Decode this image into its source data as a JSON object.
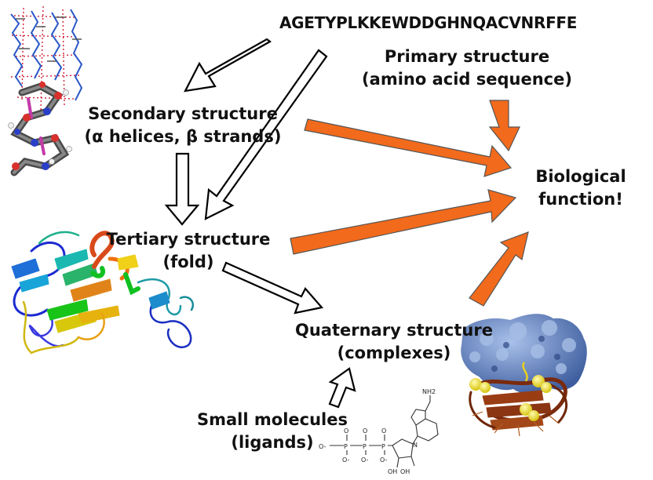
{
  "sequence": "AGETYPLKKEWDDGHNQACVNRFFE",
  "primary": {
    "line1": "Primary structure",
    "line2": "(amino acid sequence)"
  },
  "secondary": {
    "line1": "Secondary structure",
    "line2": "(α helices, β strands)"
  },
  "tertiary": {
    "line1": "Tertiary structure",
    "line2": "(fold)"
  },
  "quaternary": {
    "line1": "Quaternary structure",
    "line2": "(complexes)"
  },
  "small": {
    "line1": "Small molecules",
    "line2": "(ligands)"
  },
  "function": {
    "line1": "Biological",
    "line2": "function!"
  },
  "molecule_labels": {
    "nh2": "NH2",
    "o_minus": "O-",
    "o": "O",
    "p": "P",
    "n": "N",
    "oh": "OH"
  },
  "colors": {
    "orange_arrow": "#f26a1b",
    "outline_arrow": "#000000",
    "helix_blue": "#2a4fbf",
    "surface_blue": "#5b7fc4",
    "ligand_yellow": "#f0e030",
    "sheet_brown": "#8b3a12"
  }
}
